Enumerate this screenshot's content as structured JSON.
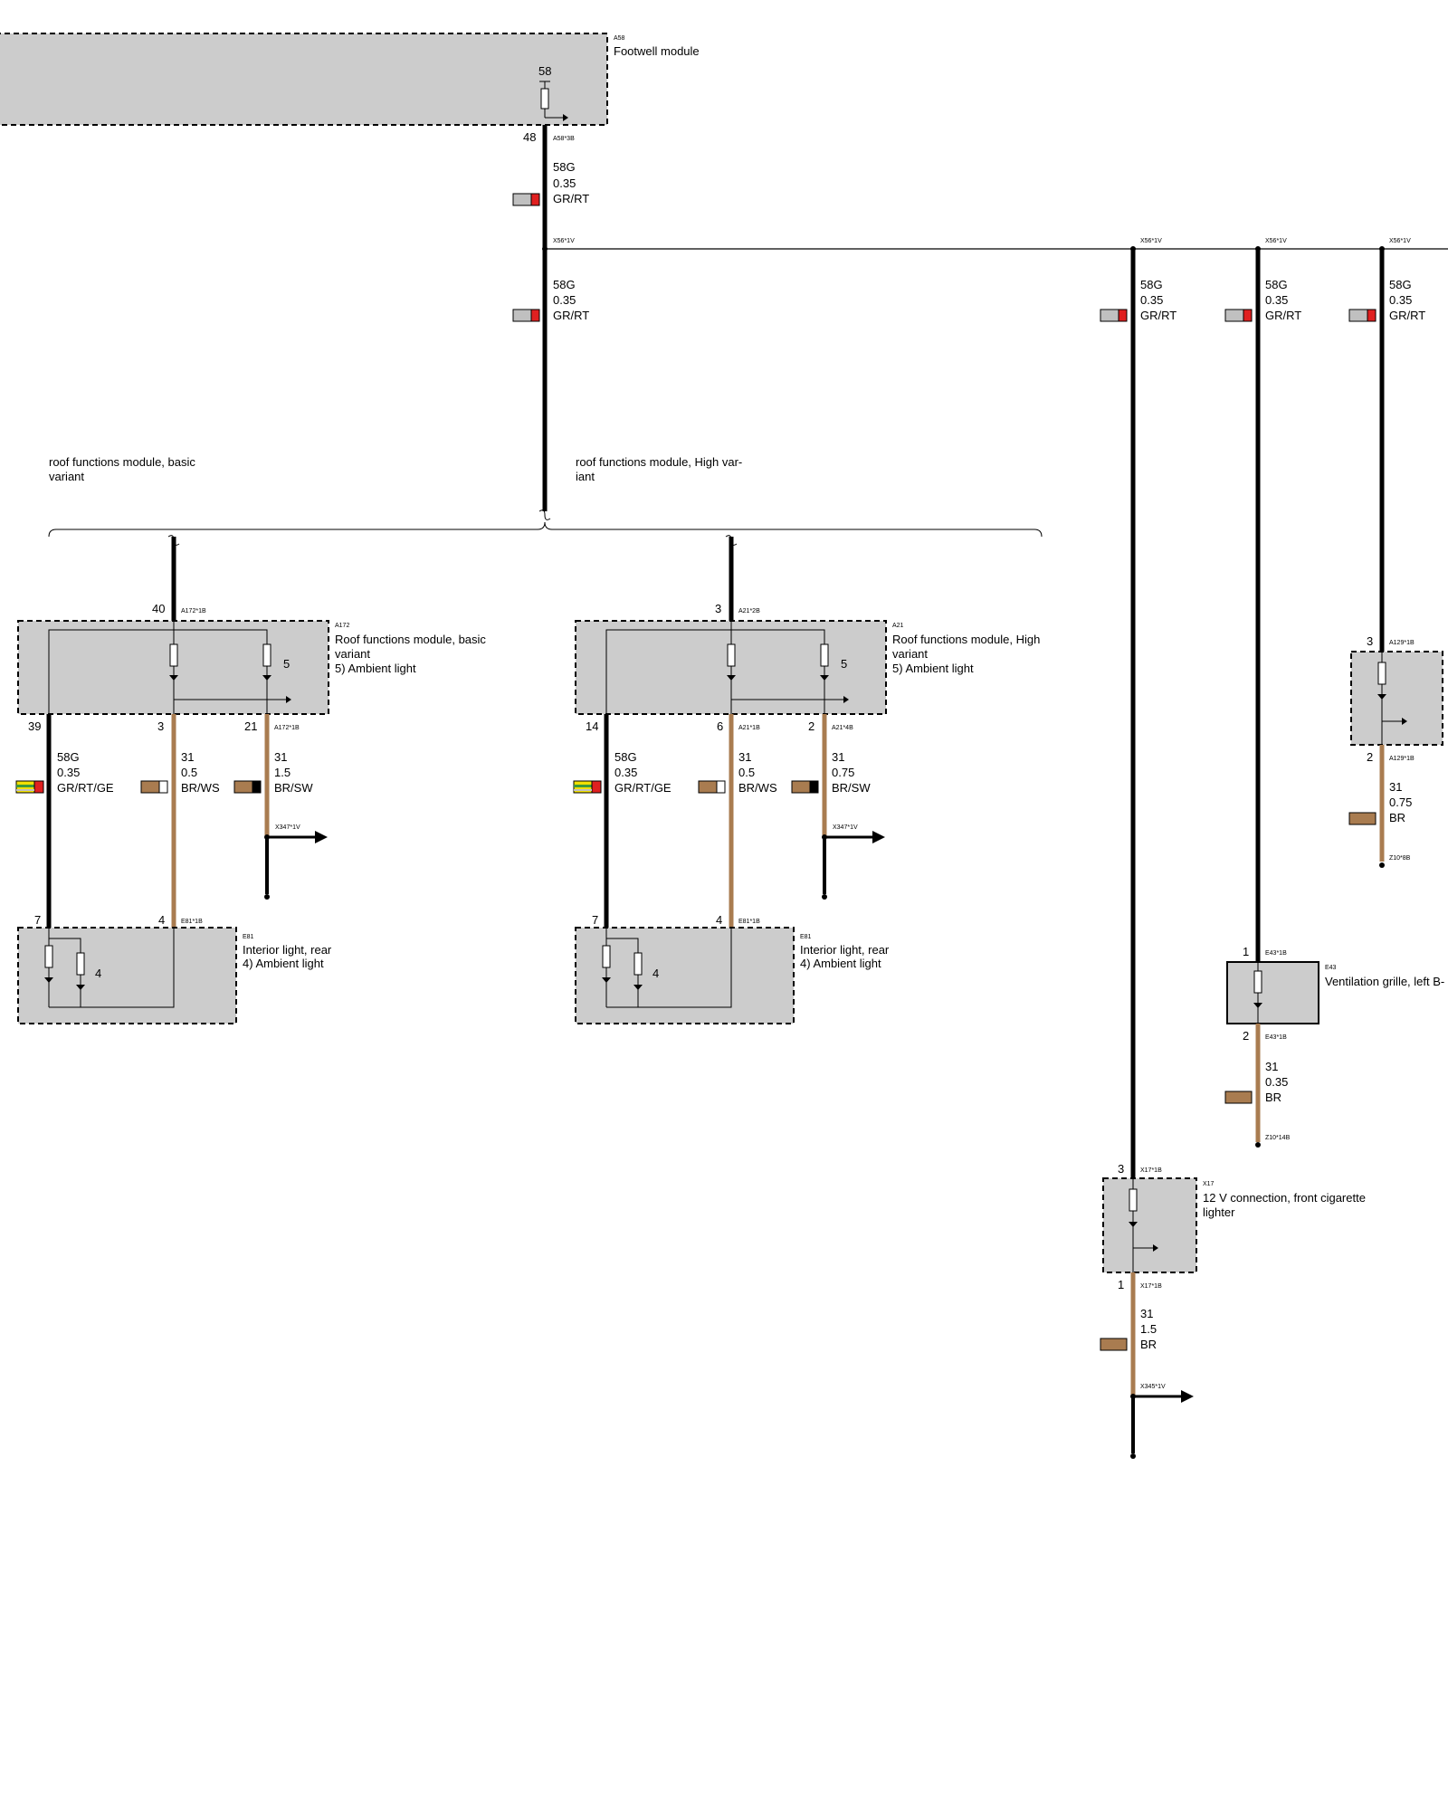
{
  "colors": {
    "module_fill": "#cccccc",
    "wire_black": "#000000",
    "wire_brown": "#a97c50",
    "gray_swatch": "#c0c0c0",
    "red_swatch": "#e02020",
    "yellow_swatch": "#f2e000",
    "green_swatch": "#3c9a3c",
    "white_swatch": "#ffffff"
  },
  "modules": {
    "a58": {
      "id": "A58",
      "name": "Footwell module",
      "pin_top": "58",
      "pin_out": "48",
      "connector": "A58*3B"
    },
    "a172": {
      "id": "A172",
      "name_1": "Roof functions module, basic",
      "name_2": "variant",
      "note": "5)    Ambient light",
      "pin_in": "40",
      "conn_in": "A172*1B",
      "inner_ref": "5",
      "pin_a": "39",
      "pin_b": "3",
      "pin_c": "21",
      "conn_out": "A172*1B"
    },
    "a21": {
      "id": "A21",
      "name_1": "Roof functions module, High",
      "name_2": "variant",
      "note": "5)    Ambient light",
      "pin_in": "3",
      "conn_in": "A21*2B",
      "inner_ref": "5",
      "pin_a": "14",
      "pin_b": "6",
      "pin_c": "2",
      "conn_b": "A21*1B",
      "conn_c": "A21*4B"
    },
    "e81_left": {
      "id": "E81",
      "name": "Interior light, rear",
      "note": "4)    Ambient light",
      "pin_a": "7",
      "pin_b": "4",
      "conn": "E81*1B",
      "inner_ref": "4"
    },
    "e81_right": {
      "id": "E81",
      "name": "Interior light, rear",
      "note": "4)    Ambient light",
      "pin_a": "7",
      "pin_b": "4",
      "conn": "E81*1B",
      "inner_ref": "4"
    },
    "e43": {
      "id": "E43",
      "name": "Ventilation grille, left B-",
      "pin_in": "1",
      "conn_in": "E43*1B",
      "pin_out": "2",
      "conn_out": "E43*1B"
    },
    "x17": {
      "id": "X17",
      "name_1": "12 V connection, front cigarette",
      "name_2": "lighter",
      "pin_in": "3",
      "conn_in": "X17*1B",
      "pin_out": "1",
      "conn_out": "X17*1B"
    },
    "a129": {
      "pin_in": "3",
      "conn_in": "A129*1B",
      "pin_out": "2",
      "conn_out": "A129*1B"
    }
  },
  "variants": {
    "basic_1": "roof functions module, basic",
    "basic_2": "variant",
    "high_1": "roof functions module, High var-",
    "high_2": "iant"
  },
  "splices": {
    "x56": "X56*1V",
    "x347": "X347*1V",
    "x345": "X345*1V",
    "z10_8": "Z10*8B",
    "z10_14": "Z10*14B"
  },
  "wires": {
    "w_a58": {
      "sig": "58G",
      "size": "0.35",
      "color": "GR/RT"
    },
    "w_main": {
      "sig": "58G",
      "size": "0.35",
      "color": "GR/RT"
    },
    "w_x17": {
      "sig": "58G",
      "size": "0.35",
      "color": "GR/RT"
    },
    "w_e43": {
      "sig": "58G",
      "size": "0.35",
      "color": "GR/RT"
    },
    "w_a129": {
      "sig": "58G",
      "size": "0.35",
      "color": "GR/RT"
    },
    "w_a172_a": {
      "sig": "58G",
      "size": "0.35",
      "color": "GR/RT/GE"
    },
    "w_a172_b": {
      "sig": "31",
      "size": "0.5",
      "color": "BR/WS"
    },
    "w_a172_c": {
      "sig": "31",
      "size": "1.5",
      "color": "BR/SW"
    },
    "w_a21_a": {
      "sig": "58G",
      "size": "0.35",
      "color": "GR/RT/GE"
    },
    "w_a21_b": {
      "sig": "31",
      "size": "0.5",
      "color": "BR/WS"
    },
    "w_a21_c": {
      "sig": "31",
      "size": "0.75",
      "color": "BR/SW"
    },
    "w_a129_out": {
      "sig": "31",
      "size": "0.75",
      "color": "BR"
    },
    "w_e43_out": {
      "sig": "31",
      "size": "0.35",
      "color": "BR"
    },
    "w_x17_out": {
      "sig": "31",
      "size": "1.5",
      "color": "BR"
    }
  }
}
